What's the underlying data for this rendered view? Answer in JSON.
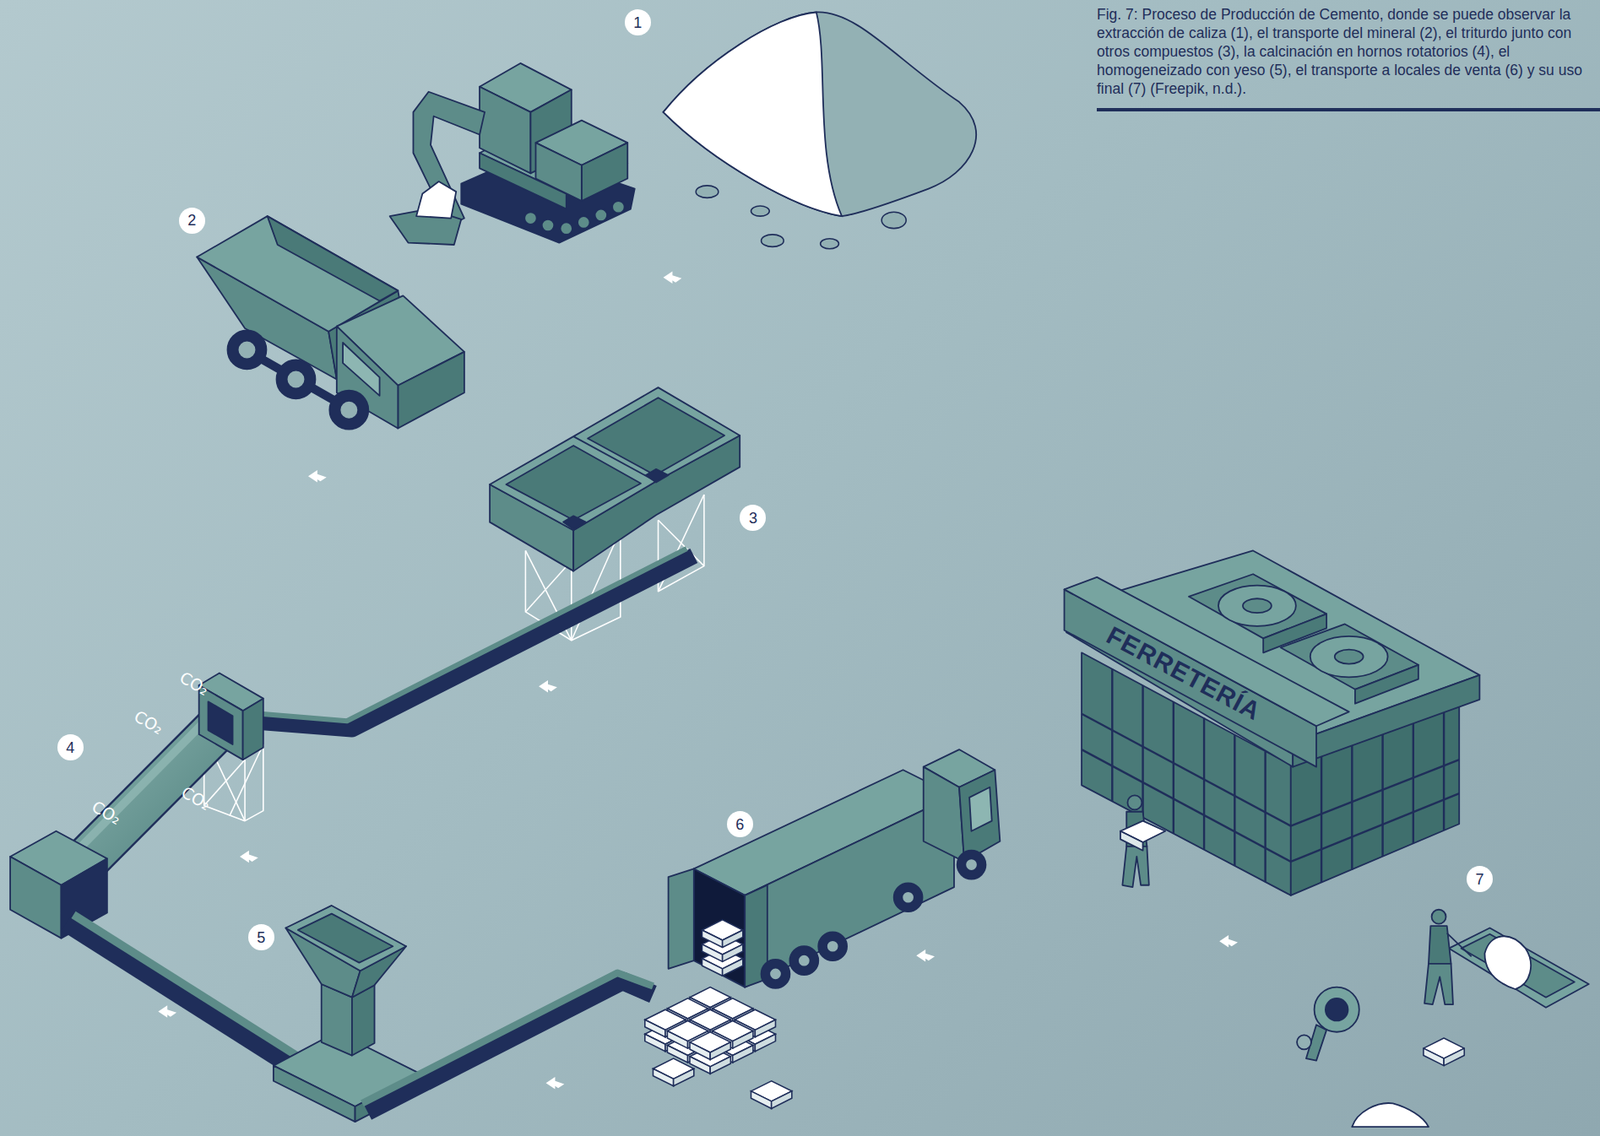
{
  "diagram": {
    "caption": "Fig. 7: Proceso de Producción de Cemento, donde se puede observar la extracción de caliza (1), el transporte del mineral (2), el triturdo junto con otros compuestos (3), la calcinación en hornos rotatorios (4), el homogeneizado con yeso (5), el transporte a locales de venta (6) y su uso final (7) (Freepik, n.d.).",
    "nodes": [
      {
        "text": [
          "1"
        ]
      },
      {
        "text": [
          "2"
        ]
      },
      {
        "text": [
          "3"
        ]
      },
      {
        "text": [
          "4"
        ]
      },
      {
        "text": [
          "5"
        ]
      },
      {
        "text": [
          "6"
        ]
      },
      {
        "text": [
          "7"
        ]
      }
    ],
    "labels": [
      "CO₂",
      "CO₂",
      "CO₂",
      "CO₂",
      "FERRETERÍA"
    ]
  }
}
